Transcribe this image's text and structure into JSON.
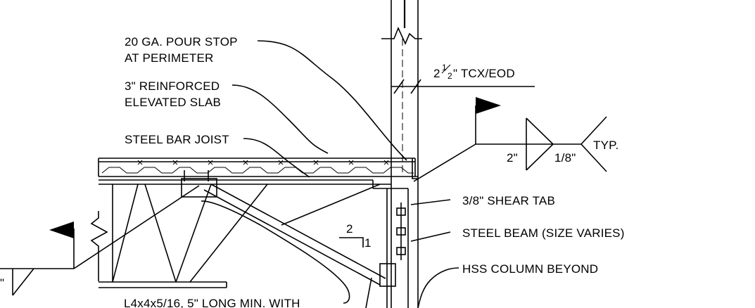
{
  "labels": {
    "pour_stop_1": "20 GA. POUR STOP",
    "pour_stop_2": "AT PERIMETER",
    "slab_1": "3\" REINFORCED",
    "slab_2": "ELEVATED SLAB",
    "joist": "STEEL BAR JOIST",
    "shear_tab": "3/8\" SHEAR TAB",
    "steel_beam": "STEEL BEAM (SIZE VARIES)",
    "hss_column": "HSS COLUMN BEYOND",
    "angle_note": "L4x4x5/16, 5\" LONG MIN. WITH",
    "tcx_whole": "2",
    "tcx_num": "1",
    "tcx_den": "2",
    "tcx_unit": "\" TCX/EOD",
    "weld_size": "2\"",
    "weld_pitch": "1/8\"",
    "weld_typ": "TYP.",
    "slope_rise": "2",
    "slope_run": "1",
    "left_cut": "\""
  }
}
